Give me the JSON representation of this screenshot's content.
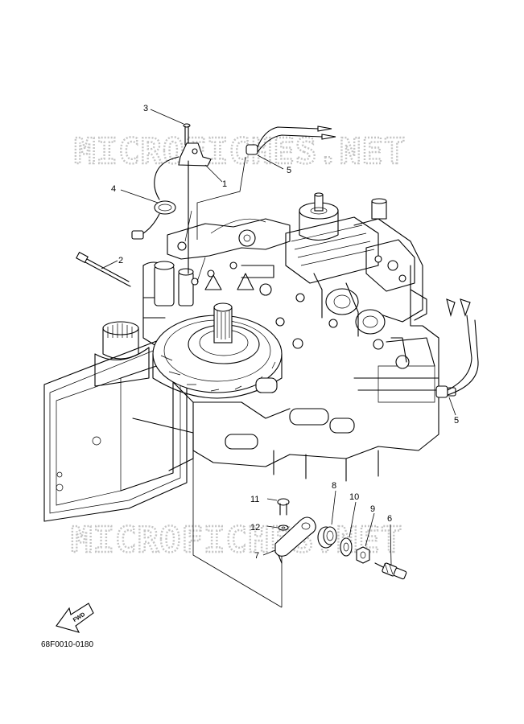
{
  "diagram": {
    "code": "68F0010-0180",
    "watermark": "MICROFICHES.NET",
    "fwd_label": "FWD",
    "colors": {
      "ink": "#000000",
      "watermark": "#c4c4c4",
      "paper": "#ffffff"
    },
    "callouts": {
      "c1": "1",
      "c2": "2",
      "c3": "3",
      "c4": "4",
      "c5a": "5",
      "c5b": "5",
      "c6": "6",
      "c7": "7",
      "c8": "8",
      "c9": "9",
      "c10": "10",
      "c11": "11",
      "c12": "12"
    }
  }
}
